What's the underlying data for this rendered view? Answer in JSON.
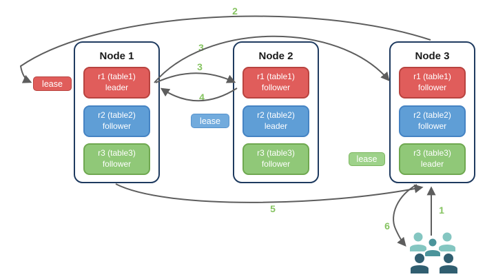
{
  "diagram": {
    "title": "raft-multi-group-lease-diagram",
    "nodes": [
      {
        "title": "Node 1",
        "replicas": [
          {
            "label": "r1 (table1)",
            "role": "leader",
            "color": "red"
          },
          {
            "label": "r2 (table2)",
            "role": "follower",
            "color": "blue"
          },
          {
            "label": "r3 (table3)",
            "role": "follower",
            "color": "green"
          }
        ]
      },
      {
        "title": "Node 2",
        "replicas": [
          {
            "label": "r1 (table1)",
            "role": "follower",
            "color": "red"
          },
          {
            "label": "r2 (table2)",
            "role": "leader",
            "color": "blue"
          },
          {
            "label": "r3 (table3)",
            "role": "follower",
            "color": "green"
          }
        ]
      },
      {
        "title": "Node 3",
        "replicas": [
          {
            "label": "r1 (table1)",
            "role": "follower",
            "color": "red"
          },
          {
            "label": "r2 (table2)",
            "role": "follower",
            "color": "blue"
          },
          {
            "label": "r3 (table3)",
            "role": "leader",
            "color": "green"
          }
        ]
      }
    ],
    "leases": [
      {
        "label": "lease",
        "color": "red"
      },
      {
        "label": "lease",
        "color": "blue"
      },
      {
        "label": "lease",
        "color": "green"
      }
    ],
    "step_labels": {
      "s1": "1",
      "s2": "2",
      "s3a": "3",
      "s3b": "3",
      "s4": "4",
      "s5": "5",
      "s6": "6"
    },
    "icons": {
      "users_icon": "users-group"
    },
    "colors": {
      "node_border": "#1e3a5f",
      "replica_red": "#e05d5b",
      "replica_blue": "#5f9ed6",
      "replica_green": "#90c878",
      "lease_blue": "#72abdd",
      "lease_green": "#9ed28a",
      "arrow": "#5d5d5d",
      "step_label": "#85c360",
      "users_light": "#84c6c1",
      "users_medium": "#4b949b",
      "users_dark": "#305e70"
    }
  }
}
